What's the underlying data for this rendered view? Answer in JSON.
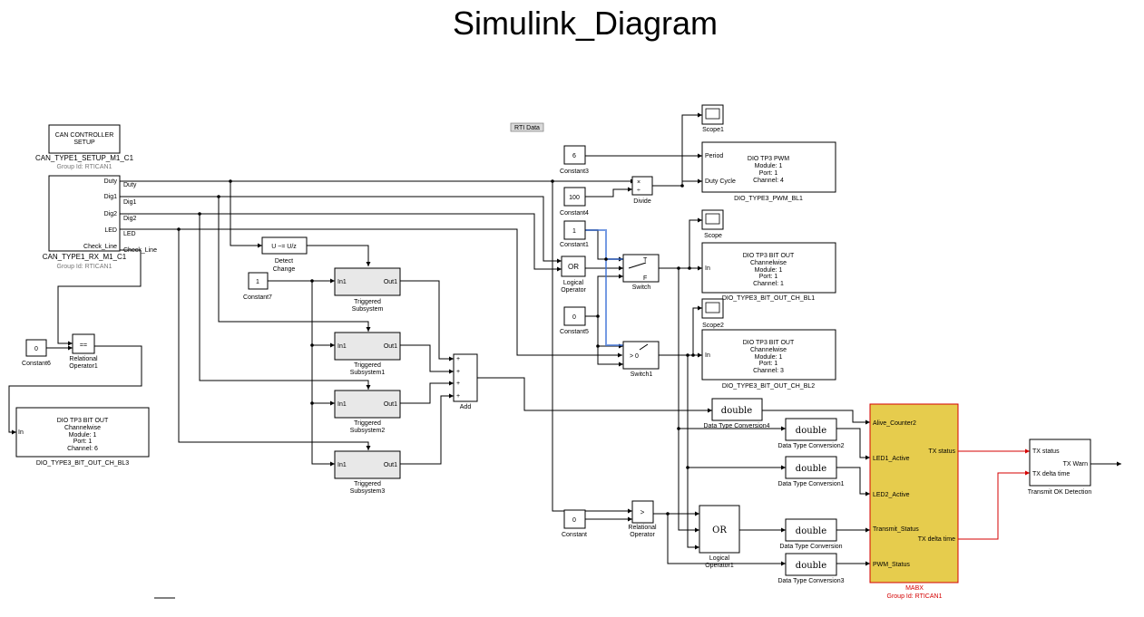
{
  "title": "Simulink_Diagram",
  "rti_data": "RTI Data",
  "can_setup": {
    "line1": "CAN CONTROLLER",
    "line2": "SETUP",
    "name": "CAN_TYPE1_SETUP_M1_C1",
    "group": "Group Id: RTICAN1"
  },
  "can_rx": {
    "ports": [
      "Duty",
      "Dig1",
      "Dig2",
      "LED",
      "Check_Line"
    ],
    "out_labels": [
      "Duty",
      "Dig1",
      "Dig2",
      "LED",
      "Check_Line"
    ],
    "name": "CAN_TYPE1_RX_M1_C1",
    "group": "Group Id: RTICAN1"
  },
  "constants": {
    "c6": {
      "value": "0",
      "name": "Constant6"
    },
    "c7": {
      "value": "1",
      "name": "Constant7"
    },
    "c3": {
      "value": "6",
      "name": "Constant3"
    },
    "c4": {
      "value": "100",
      "name": "Constant4"
    },
    "c1": {
      "value": "1",
      "name": "Constant1"
    },
    "c5": {
      "value": "0",
      "name": "Constant5"
    },
    "c": {
      "value": "0",
      "name": "Constant"
    }
  },
  "relop1": {
    "symbol": "==",
    "name1": "Relational",
    "name2": "Operator1"
  },
  "relop": {
    "symbol": ">",
    "name1": "Relational",
    "name2": "Operator"
  },
  "detect": {
    "expr": "U ~= U/z",
    "name1": "Detect",
    "name2": "Change"
  },
  "triggered": [
    {
      "in": "In1",
      "out": "Out1",
      "name1": "Triggered",
      "name2": "Subsystem"
    },
    {
      "in": "In1",
      "out": "Out1",
      "name1": "Triggered",
      "name2": "Subsystem1"
    },
    {
      "in": "In1",
      "out": "Out1",
      "name1": "Triggered",
      "name2": "Subsystem2"
    },
    {
      "in": "In1",
      "out": "Out1",
      "name1": "Triggered",
      "name2": "Subsystem3"
    }
  ],
  "add": {
    "name": "Add"
  },
  "divide": {
    "name": "Divide"
  },
  "logical": {
    "symbol": "OR",
    "name1": "Logical",
    "name2": "Operator"
  },
  "logical1": {
    "symbol": "OR",
    "name1": "Logical",
    "name2": "Operator1"
  },
  "switch": {
    "name": "Switch",
    "t": "T",
    "f": "F"
  },
  "switch1": {
    "name": "Switch1",
    "cond": "> 0"
  },
  "scopes": [
    "Scope1",
    "Scope",
    "Scope2"
  ],
  "pwm": {
    "l1": "DIO TP3 PWM",
    "l2": "Module: 1",
    "l3": "Port: 1",
    "l4": "Channel: 4",
    "p1": "Period",
    "p2": "Duty Cycle",
    "name": "DIO_TYPE3_PWM_BL1"
  },
  "bit1": {
    "l1": "DIO TP3 BIT OUT",
    "l2": "Channelwise",
    "l3": "Module: 1",
    "l4": "Port: 1",
    "l5": "Channel: 1",
    "in": "In",
    "name": "DIO_TYPE3_BIT_OUT_CH_BL1"
  },
  "bit2": {
    "l1": "DIO TP3 BIT OUT",
    "l2": "Channelwise",
    "l3": "Module: 1",
    "l4": "Port: 1",
    "l5": "Channel: 3",
    "in": "In",
    "name": "DIO_TYPE3_BIT_OUT_CH_BL2"
  },
  "bit3": {
    "l1": "DIO TP3 BIT OUT",
    "l2": "Channelwise",
    "l3": "Module: 1",
    "l4": "Port: 1",
    "l5": "Channel: 6",
    "in": "In",
    "name": "DIO_TYPE3_BIT_OUT_CH_BL3"
  },
  "dtc": [
    {
      "type": "double",
      "name": "Data Type Conversion4"
    },
    {
      "type": "double",
      "name": "Data Type Conversion2"
    },
    {
      "type": "double",
      "name": "Data Type Conversion1"
    },
    {
      "type": "double",
      "name": "Data Type Conversion"
    },
    {
      "type": "double",
      "name": "Data Type Conversion3"
    }
  ],
  "mabx": {
    "inputs": [
      "Alive_Counter2",
      "LED1_Active",
      "LED2_Active",
      "Transmit_Status",
      "PWM_Status"
    ],
    "out1": "TX status",
    "out2": "TX delta time",
    "name": "MABX",
    "group": "Group Id: RTICAN1"
  },
  "txok": {
    "in1": "TX status",
    "in2": "TX delta time",
    "out": "TX Warn",
    "name": "Transmit OK Detection"
  },
  "colors": {
    "mabx_fill": "#e6cc4d",
    "mabx_stroke": "#d40000",
    "signal_red": "#d40000"
  }
}
